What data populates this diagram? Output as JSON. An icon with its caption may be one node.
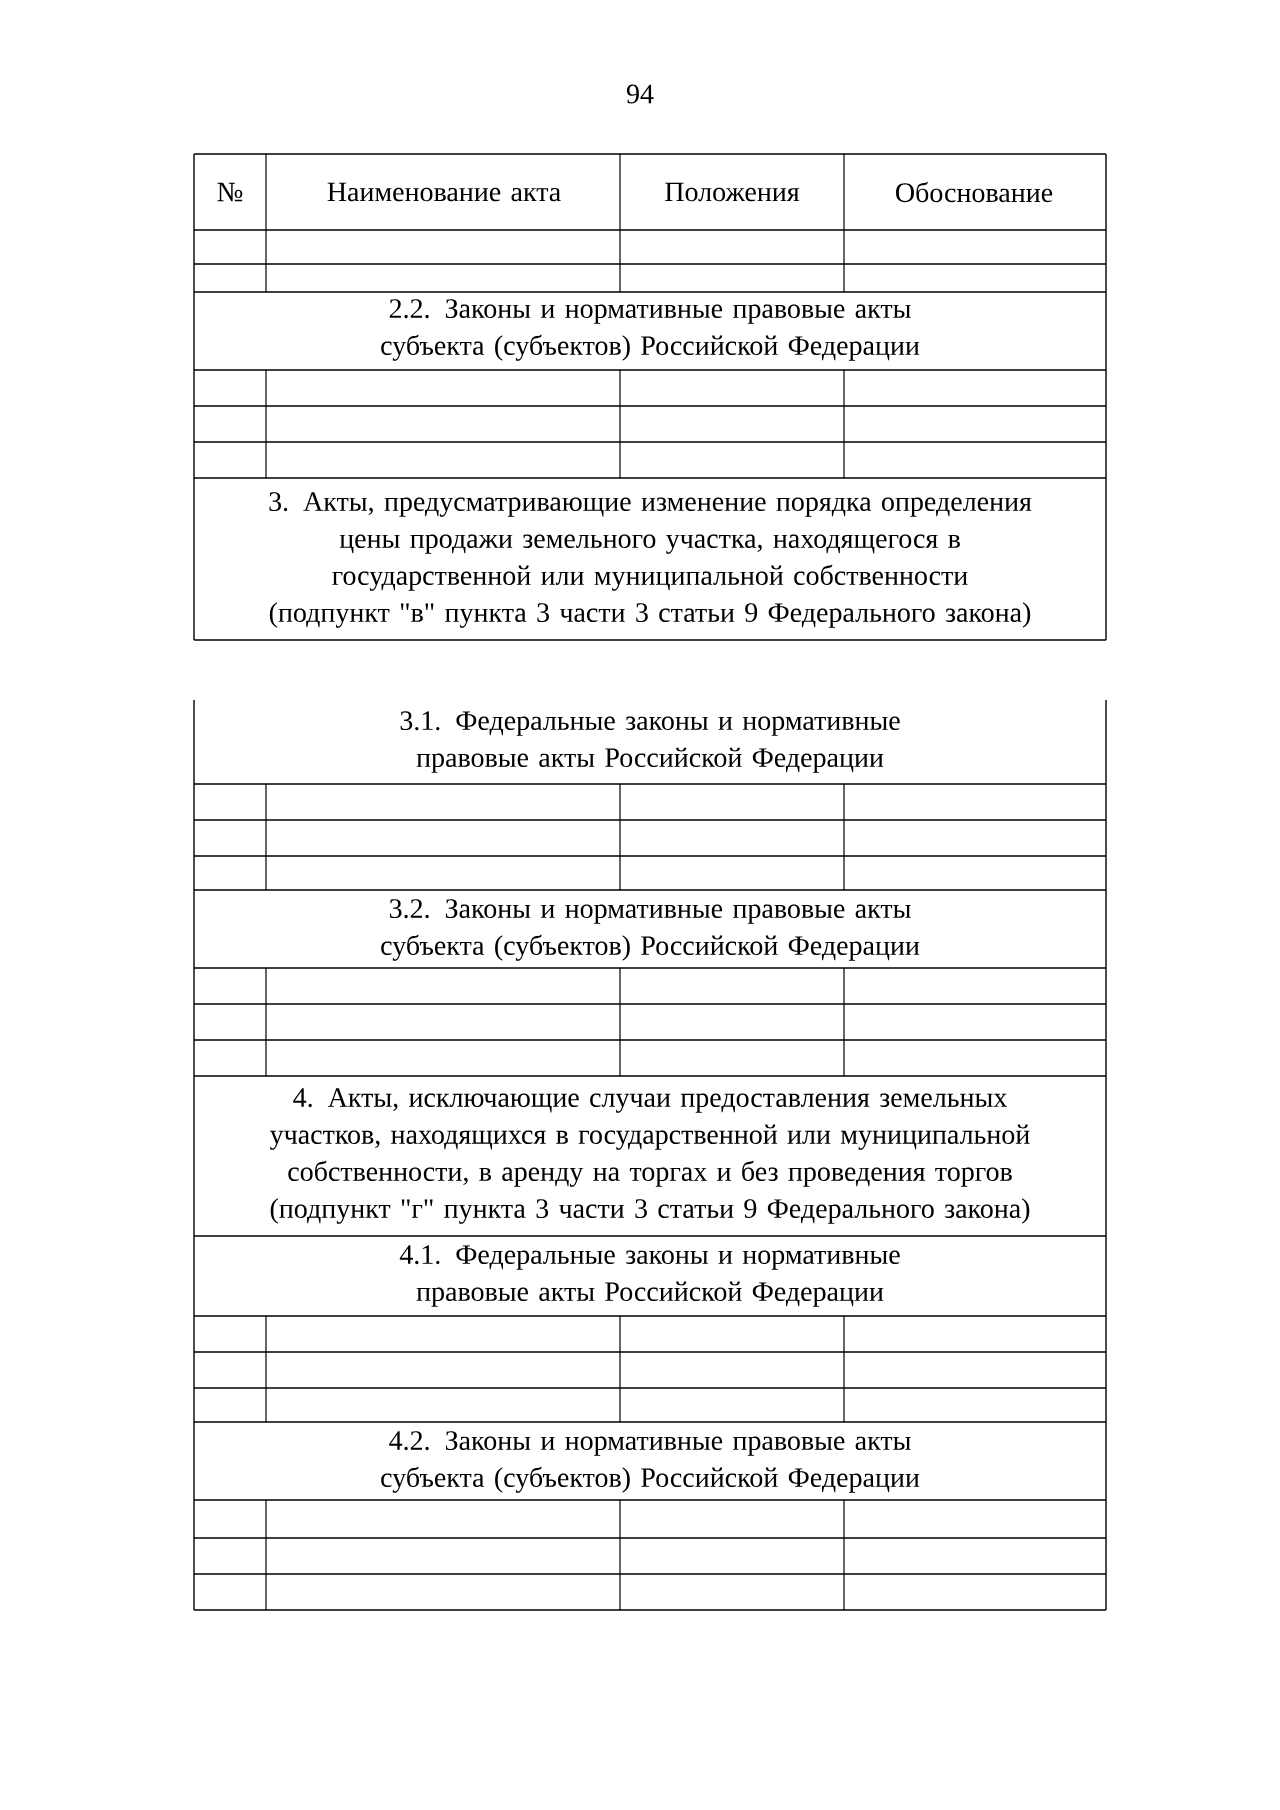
{
  "diagram": {
    "labels": [
      "94",
      "№",
      "Наименование акта",
      "Положения",
      "Обоснование",
      "2.2. Законы и нормативные правовые акты субъекта (субъектов) Российской Федерации",
      "3. Акты, предусматривающие изменение порядка определения цены продажи земельного участка, находящегося в государственной или муниципальной собственности (подпункт \"в\" пункта 3 части 3 статьи 9 Федерального закона)",
      "3.1. Федеральные законы и нормативные правовые акты Российской Федерации",
      "3.2. Законы и нормативные правовые акты субъекта (субъектов) Российской Федерации",
      "4. Акты, исключающие случаи предоставления земельных участков, находящихся в государственной или муниципальной собственности, в аренду на торгах и без проведения торгов (подпункт \"г\" пункта 3 части 3 статьи 9 Федерального закона)",
      "4.1. Федеральные законы и нормативные правовые акты Российской Федерации",
      "4.2. Законы и нормативные правовые акты субъекта (субъектов) Российской Федерации"
    ]
  }
}
